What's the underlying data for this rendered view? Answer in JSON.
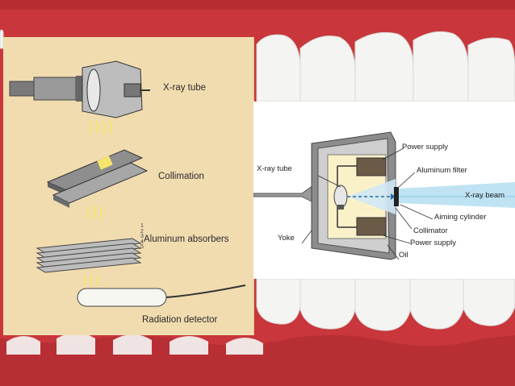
{
  "colors": {
    "gum": "#c9363b",
    "tooth": "#f4f4f2",
    "panel_left_bg": "#f1dcb0",
    "beam": "#bfe3f3",
    "tube_housing": "#6c6c6c",
    "power_supply_block": "#6b5a45",
    "yellow_rays": "#f6e56b"
  },
  "left_diagram": {
    "labels": {
      "xray_tube": "X-ray tube",
      "collimation": "Collimation",
      "aluminum_absorbers": "Aluminum absorbers",
      "radiation_detector": "Radiation detector"
    },
    "absorber_numbers": [
      "1",
      "2",
      "3",
      "4",
      "5"
    ]
  },
  "right_diagram": {
    "labels": {
      "power_supply_top": "Power supply",
      "xray_tube": "X-ray tube",
      "aluminum_filter": "Aluminum filter",
      "xray_beam": "X-ray beam",
      "aiming_cylinder": "Aiming cylinder",
      "collimator": "Collimator",
      "yoke": "Yoke",
      "power_supply_bottom": "Power supply",
      "oil": "Oil"
    }
  }
}
